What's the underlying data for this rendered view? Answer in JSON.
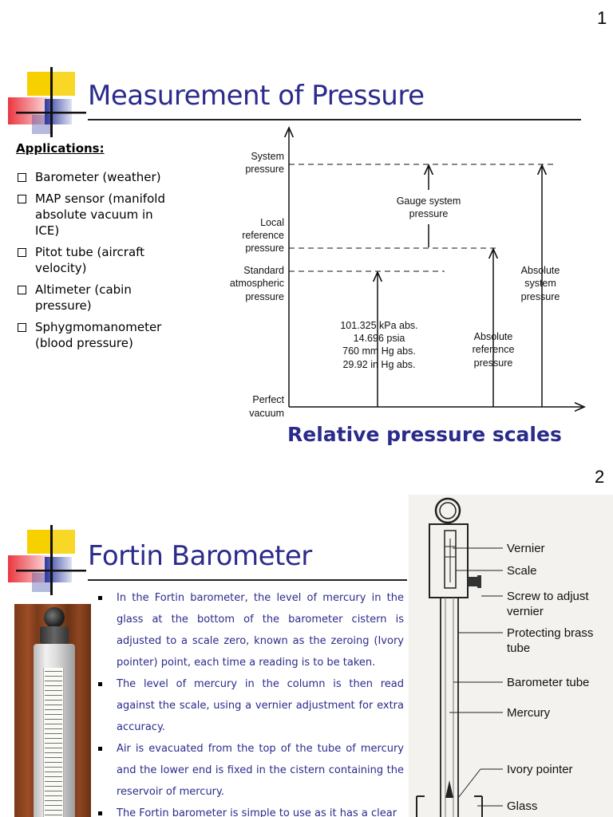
{
  "slide1": {
    "page_number": "1",
    "title": "Measurement of Pressure",
    "applications_heading": "Applications:",
    "applications": [
      "Barometer (weather)",
      "MAP sensor (manifold absolute vacuum in ICE)",
      "Pitot tube (aircraft velocity)",
      "Altimeter (cabin pressure)",
      "Sphygmomanometer (blood pressure)"
    ],
    "scale_labels": {
      "system_pressure": [
        "System",
        "pressure"
      ],
      "local_reference": [
        "Local",
        "reference",
        "pressure"
      ],
      "standard_atm": [
        "Standard",
        "atmospheric",
        "pressure"
      ],
      "perfect_vacuum": [
        "Perfect",
        "vacuum"
      ],
      "gauge_system": [
        "Gauge system",
        "pressure"
      ],
      "standard_values": [
        "101.325 kPa abs.",
        "14.696 psia",
        "760 mm Hg abs.",
        "29.92 in Hg abs."
      ],
      "absolute_reference": [
        "Absolute",
        "reference",
        "pressure"
      ],
      "absolute_system": [
        "Absolute",
        "system",
        "pressure"
      ]
    },
    "caption": "Relative pressure scales"
  },
  "slide2": {
    "page_number": "2",
    "title": "Fortin Barometer",
    "bullets": [
      "In the Fortin barometer, the level of mercury in the glass at the bottom of the barometer cistern is adjusted to a scale zero, known as the zeroing (Ivory pointer) point, each time a reading is to be taken.",
      "The level of mercury in the column is then read against the scale, using a vernier adjustment for extra accuracy.",
      "Air is evacuated from the top of the tube of mercury and the lower end is fixed in the cistern containing the reservoir of mercury.",
      "The Fortin barometer is simple to use as it has a clear"
    ],
    "diagram_labels": {
      "vernier": "Vernier",
      "scale": "Scale",
      "screw": [
        "Screw to adjust",
        "vernier"
      ],
      "protecting": [
        "Protecting brass",
        "tube"
      ],
      "barometer_tube": "Barometer tube",
      "mercury": "Mercury",
      "ivory": "Ivory pointer",
      "glass": "Glass"
    }
  },
  "colors": {
    "title_blue": "#2b2b8c",
    "logo_yellow": "#f7d000",
    "logo_red": "#e8202a",
    "logo_blue": "#2e3da0"
  }
}
